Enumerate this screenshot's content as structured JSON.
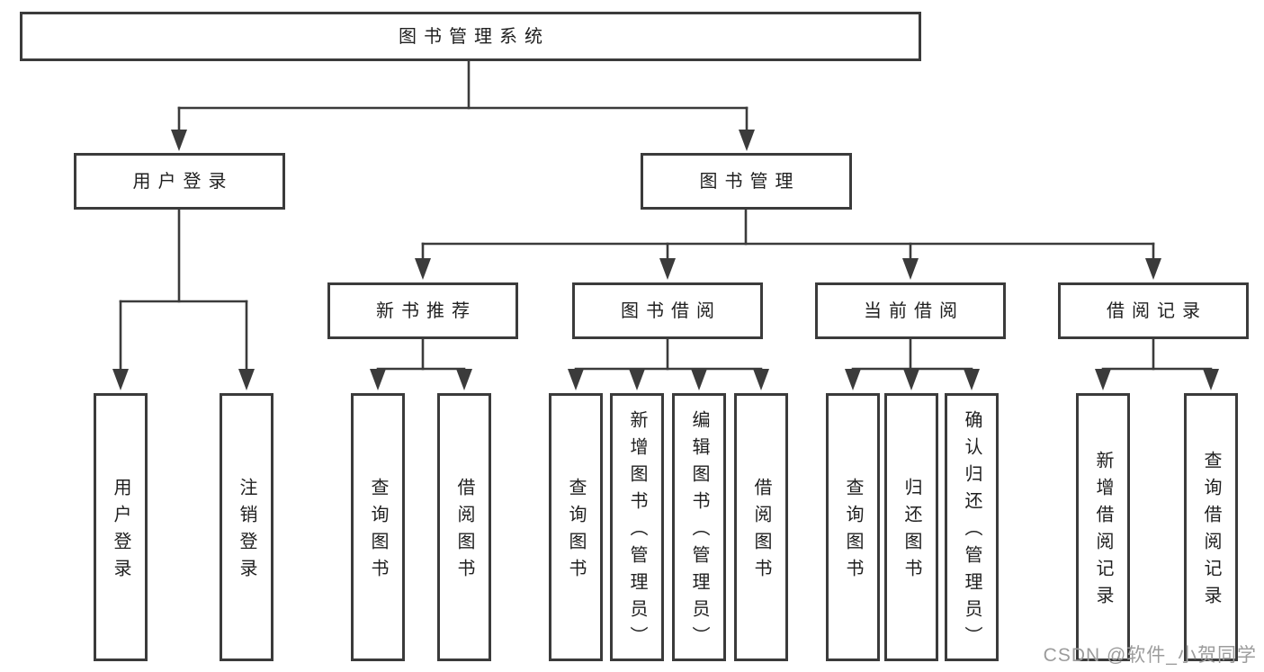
{
  "diagram": {
    "root": "图书管理系统",
    "level2": {
      "user_login": "用户登录",
      "book_management": "图书管理"
    },
    "level3": {
      "new_book_recommend": "新书推荐",
      "book_borrow": "图书借阅",
      "current_borrow": "当前借阅",
      "borrow_records": "借阅记录"
    },
    "leaves": {
      "user_login": [
        "用户登录",
        "注销登录"
      ],
      "new_book_recommend": [
        "查询图书",
        "借阅图书"
      ],
      "book_borrow": [
        "查询图书",
        "新增图书（管理员）",
        "编辑图书（管理员）",
        "借阅图书"
      ],
      "current_borrow": [
        "查询图书",
        "归还图书",
        "确认归还（管理员）"
      ],
      "borrow_records": [
        "新增借阅记录",
        "查询借阅记录"
      ]
    }
  },
  "watermark": "CSDN @软件_小贺同学",
  "colors": {
    "line": "#3b3b3b",
    "text": "#1f1f1f",
    "watermark": "#9c9c9c",
    "background": "#ffffff"
  }
}
